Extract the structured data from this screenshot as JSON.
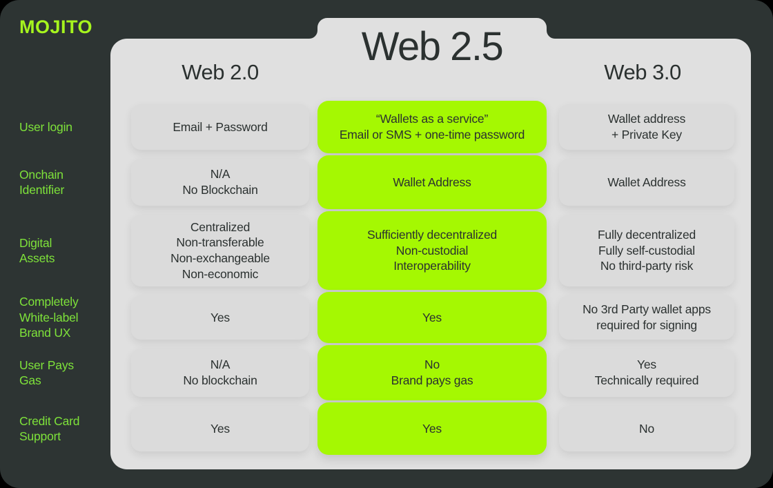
{
  "brand": {
    "logo_text": "MOJITO"
  },
  "colors": {
    "surface_dark": "#2D3433",
    "plate": "#E0E0E0",
    "cell_gray": "#DBDBDB",
    "cell_green": "#A5F802",
    "feature_label_green": "#7EE23A",
    "logo_green": "#A6F41E",
    "text_dark": "#2B3130"
  },
  "columns": {
    "web20": {
      "label": "Web 2.0",
      "highlighted": false
    },
    "web25": {
      "label": "Web 2.5",
      "highlighted": true
    },
    "web30": {
      "label": "Web 3.0",
      "highlighted": false
    }
  },
  "rows": [
    {
      "feature": "User login",
      "web20": "Email + Password",
      "web25": "“Wallets as a service”\nEmail or SMS + one-time password",
      "web30": "Wallet address\n+ Private Key"
    },
    {
      "feature": "Onchain\nIdentifier",
      "web20": "N/A\nNo Blockchain",
      "web25": "Wallet Address",
      "web30": "Wallet Address"
    },
    {
      "feature": "Digital\nAssets",
      "web20": "Centralized\nNon-transferable\nNon-exchangeable\nNon-economic",
      "web25": "Sufficiently decentralized\nNon-custodial\nInteroperability",
      "web30": "Fully decentralized\nFully self-custodial\nNo third-party risk"
    },
    {
      "feature": "Completely\nWhite-label\nBrand UX",
      "web20": "Yes",
      "web25": "Yes",
      "web30": "No 3rd Party wallet apps\nrequired for signing"
    },
    {
      "feature": "User Pays\nGas",
      "web20": "N/A\nNo blockchain",
      "web25": "No\nBrand pays gas",
      "web30": "Yes\nTechnically required"
    },
    {
      "feature": "Credit Card\nSupport",
      "web20": "Yes",
      "web25": "Yes",
      "web30": "No"
    }
  ]
}
